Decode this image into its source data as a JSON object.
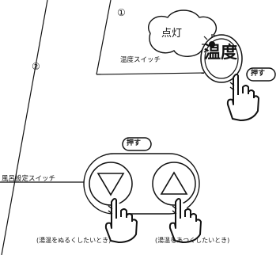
{
  "labels": {
    "step1": "①",
    "step2": "②",
    "lamp_on": "点灯",
    "temperature_switch": "温度スイッチ",
    "temperature_button": "温度",
    "push": "押す",
    "bath_setting_switch": "風呂設定スイッチ",
    "caption_lower": "(湯温をぬるくしたいとき)",
    "caption_raise": "(湯温をあつくしたいとき)"
  },
  "icons": {
    "down_button": "down-triangle-icon",
    "up_button": "up-triangle-icon",
    "hand": "pointing-hand-icon",
    "lamp": "indicator-lamp-icon"
  }
}
